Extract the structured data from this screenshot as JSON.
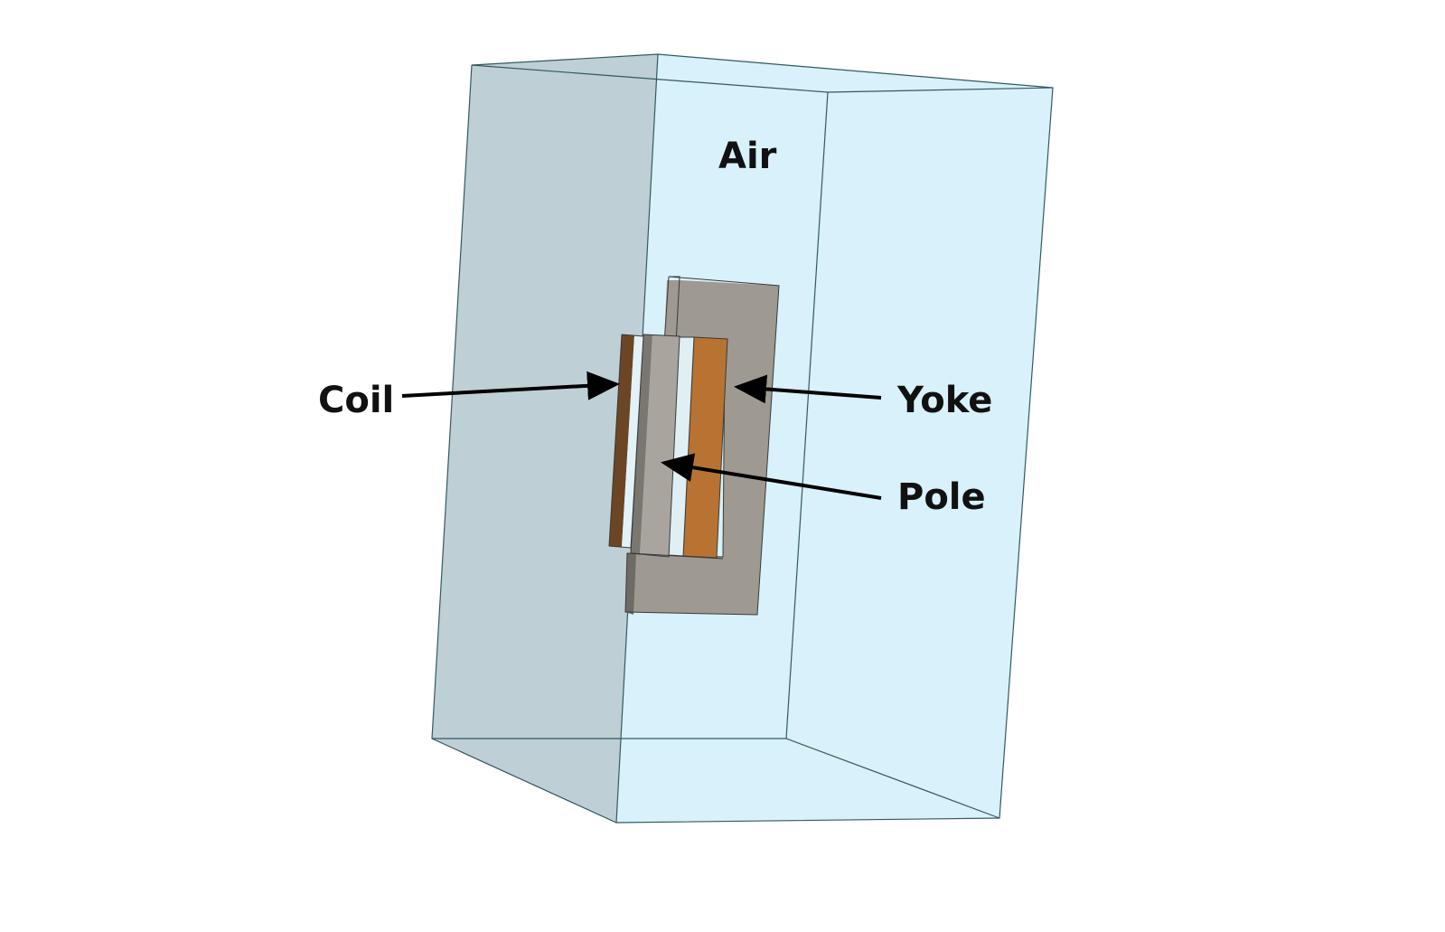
{
  "labels": {
    "air": "Air",
    "coil": "Coil",
    "yoke": "Yoke",
    "pole": "Pole"
  },
  "colors": {
    "air_front": "#d8f1fa",
    "air_side": "#bfcfd6",
    "yoke": "#9e9991",
    "yoke_dark": "#6e6b66",
    "pole": "#a9a59e",
    "coil_front": "#6b4524",
    "coil_back": "#b87332",
    "edge": "#33595f",
    "arrow": "#000000"
  }
}
